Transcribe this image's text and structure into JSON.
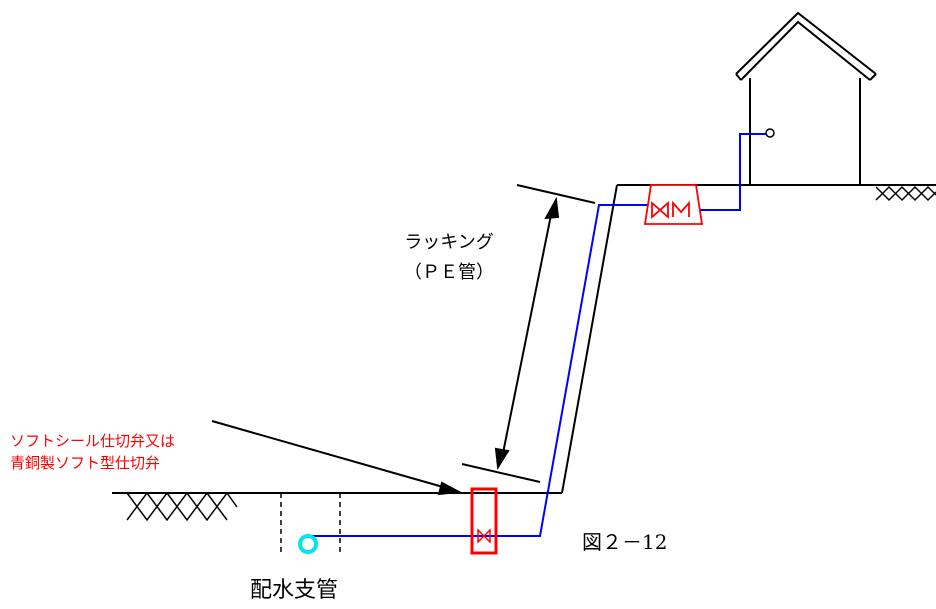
{
  "labels": {
    "lagging_line1": "ラッキング",
    "lagging_line2": "（ＰＥ管）",
    "valve_line1": "ソフトシール仕切弁又は",
    "valve_line2": "青銅製ソフト型仕切弁",
    "figure_number": "図２－12",
    "distribution_main": "配水支管"
  },
  "colors": {
    "outline": "#000000",
    "pipe": "#0000ff",
    "valve": "#ff0000",
    "main_pipe_circle": "#00e5ee"
  },
  "icons": {
    "meter": "meter-icon",
    "gate_valve": "gate-valve-icon",
    "faucet": "faucet-icon",
    "house": "house-icon"
  }
}
